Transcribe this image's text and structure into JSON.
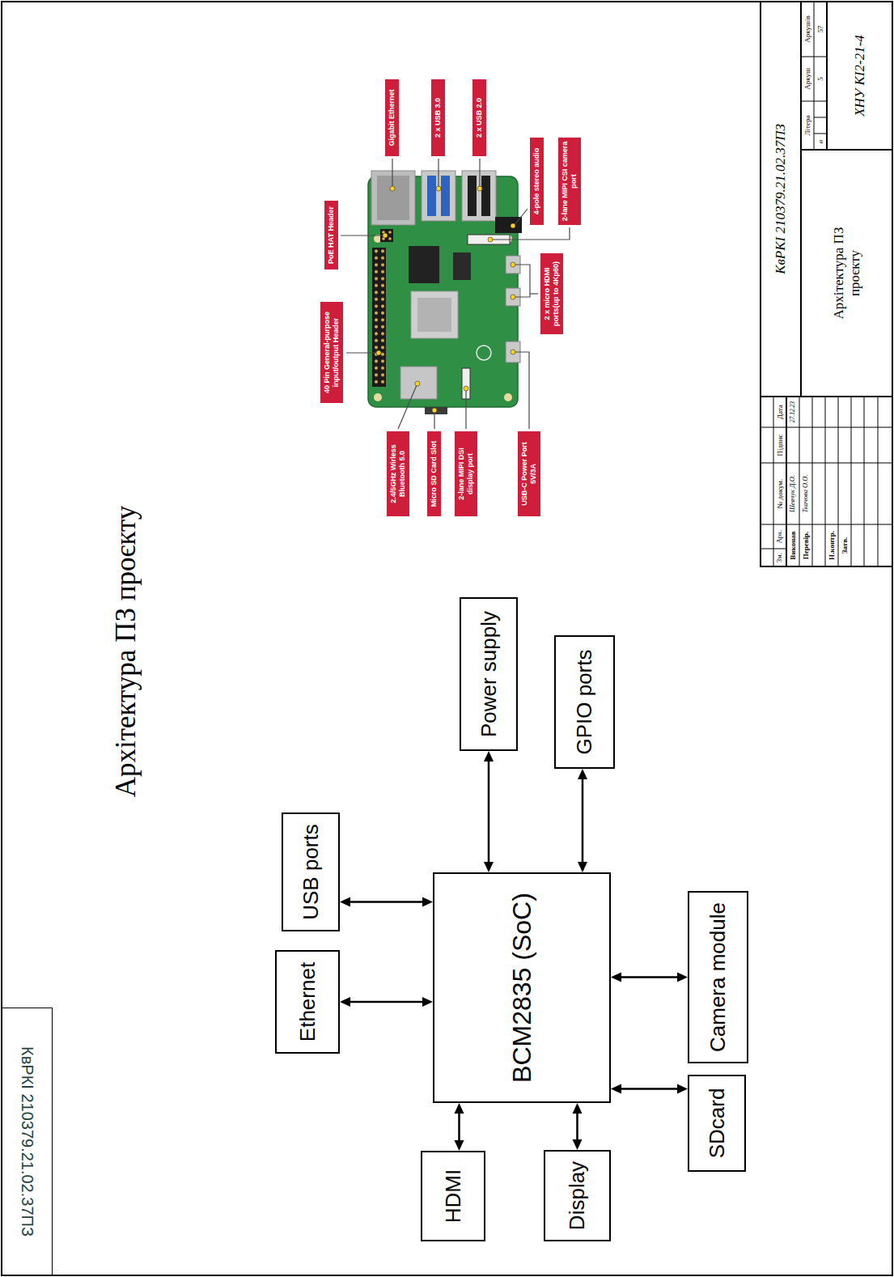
{
  "diagram": {
    "title": "Архітектура ПЗ проєкту",
    "nodes": [
      {
        "text": [
          "КвРКІ 210379.21.02.37ПЗ"
        ]
      },
      {
        "text": [
          "40 Pin General-purpose input/output Header"
        ]
      },
      {
        "text": [
          "PoE HAT Header"
        ]
      },
      {
        "text": [
          "Gigabit Ethernet"
        ]
      },
      {
        "text": [
          "2 x USB 3.0"
        ]
      },
      {
        "text": [
          "2 x USB 2.0"
        ]
      },
      {
        "text": [
          "2.4/5GHz Wirless Bluetooth 5.0"
        ]
      },
      {
        "text": [
          "Micro SD Card Slot"
        ]
      },
      {
        "text": [
          "2-lane MIPI DSI display port"
        ]
      },
      {
        "text": [
          "4-pole stereo audio"
        ]
      },
      {
        "text": [
          "2-lane MIPI CSI camera port"
        ]
      },
      {
        "text": [
          "USB-C Power Port 5V/3A"
        ]
      },
      {
        "text": [
          "2 x micro HDMI ports(up to 4Kp60)"
        ]
      },
      {
        "text": [
          "HDMI"
        ]
      },
      {
        "text": [
          "Display"
        ]
      },
      {
        "text": [
          "Ethernet"
        ]
      },
      {
        "text": [
          "USB ports"
        ]
      },
      {
        "text": [
          "BCM2835 (SoC)"
        ]
      },
      {
        "text": [
          "SDcard"
        ]
      },
      {
        "text": [
          "Camera module"
        ]
      },
      {
        "text": [
          "Power supply"
        ]
      },
      {
        "text": [
          "GPIO ports"
        ]
      }
    ],
    "edges": [
      {
        "from": 17,
        "to": 13,
        "arrow": "both"
      },
      {
        "from": 17,
        "to": 14,
        "arrow": "both"
      },
      {
        "from": 17,
        "to": 15,
        "arrow": "both"
      },
      {
        "from": 17,
        "to": 16,
        "arrow": "both"
      },
      {
        "from": 17,
        "to": 18,
        "arrow": "both"
      },
      {
        "from": 17,
        "to": 19,
        "arrow": "both"
      },
      {
        "from": 17,
        "to": 20,
        "arrow": "both"
      },
      {
        "from": 17,
        "to": 21,
        "arrow": "both"
      }
    ],
    "labels": [
      "Зм.",
      "Арк.",
      "№ докум.",
      "Підпис",
      "Дата",
      "Виконав",
      "Шевчук Д.О.",
      "27.12.23",
      "Перевір.",
      "Ткачова О.О.",
      "Н.контр.",
      "Затв.",
      "КвРКІ 210379.21.02.37ПЗ",
      "Архітектура ПЗ проєкту",
      "Літера",
      "Аркуш",
      "Аркушів",
      "н",
      "5",
      "57",
      "ХНУ КІ2-21-4"
    ]
  }
}
